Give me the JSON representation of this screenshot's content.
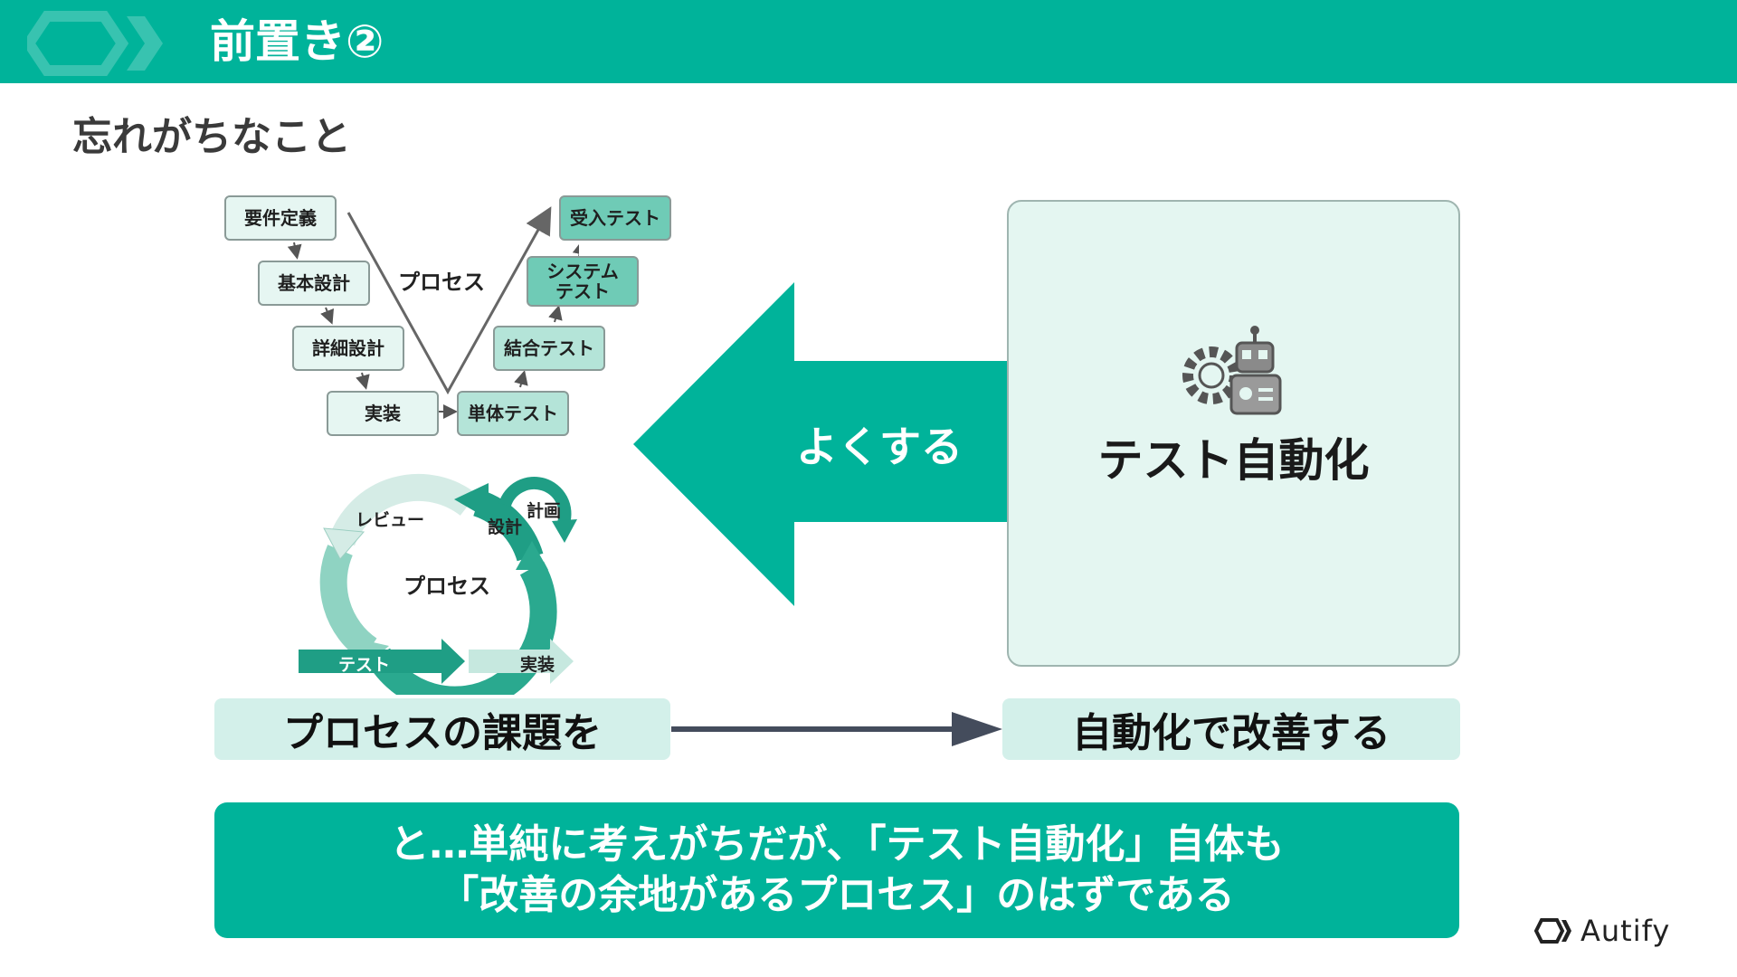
{
  "header": {
    "title": "前置き②",
    "logo_icon": "autify-hexagon-icon"
  },
  "subtitle": "忘れがちなこと",
  "v_model": {
    "center_label": "プロセス",
    "steps_left": [
      "要件定義",
      "基本設計",
      "詳細設計",
      "実装"
    ],
    "steps_right": [
      "単体テスト",
      "結合テスト",
      "システム\nテスト",
      "受入テスト"
    ]
  },
  "cycle": {
    "center_label": "プロセス",
    "labels": {
      "review": "レビュー",
      "design": "設計",
      "plan": "計画",
      "test": "テスト",
      "implement": "実装"
    }
  },
  "arrow": {
    "label": "よくする",
    "color": "#00b39a"
  },
  "automation": {
    "title": "テスト自動化",
    "icon": "gear-robot-icon"
  },
  "pills": {
    "left": "プロセスの課題を",
    "right": "自動化で改善する"
  },
  "banner": {
    "line1": "と…単純に考えがちだが、「テスト自動化」自体も",
    "line2": "「改善の余地があるプロセス」のはずである"
  },
  "brand": {
    "name": "Autify",
    "icon": "autify-logo-icon"
  },
  "colors": {
    "accent": "#00b39a",
    "pill_bg": "#d3f0ea",
    "connector": "#444c5c"
  }
}
